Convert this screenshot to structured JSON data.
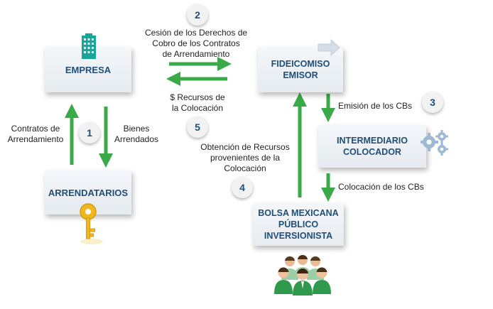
{
  "boxes": {
    "empresa": "EMPRESA",
    "arrendatarios": "ARRENDATARIOS",
    "fideicomiso_line1": "FIDEICOMISO",
    "fideicomiso_line2": "EMISOR",
    "intermediario_line1": "INTERMEDIARIO",
    "intermediario_line2": "COLOCADOR",
    "bolsa_line1": "BOLSA MEXICANA",
    "bolsa_line2": "PÚBLICO",
    "bolsa_line3": "INVERSIONISTA"
  },
  "labels": {
    "cesion_line1": "Cesión de los Derechos de",
    "cesion_line2": "Cobro de los Contratos",
    "cesion_line3": "de Arrendamiento",
    "recursos_line1": "$ Recursos de",
    "recursos_line2": "la Colocación",
    "contratos_line1": "Contratos de",
    "contratos_line2": "Arrendamiento",
    "bienes_line1": "Bienes",
    "bienes_line2": "Arrendados",
    "emision": "Emisión de los CBs",
    "obtencion_line1": "Obtención de Recursos",
    "obtencion_line2": "provenientes de la",
    "obtencion_line3": "Colocación",
    "colocacion": "Colocación de los CBs"
  },
  "steps": [
    "1",
    "2",
    "3",
    "4",
    "5"
  ],
  "colors": {
    "arrow_green": "#3aaa48",
    "box_text": "#1f4e79",
    "building_teal": "#17a79a",
    "key_gold": "#f0b81e",
    "gear_blue": "#9fb9d2"
  },
  "icons": {
    "building": "building-icon",
    "key": "key-icon",
    "gears": "gears-icon",
    "people": "people-icon",
    "forward_arrow": "forward-arrow-icon"
  }
}
